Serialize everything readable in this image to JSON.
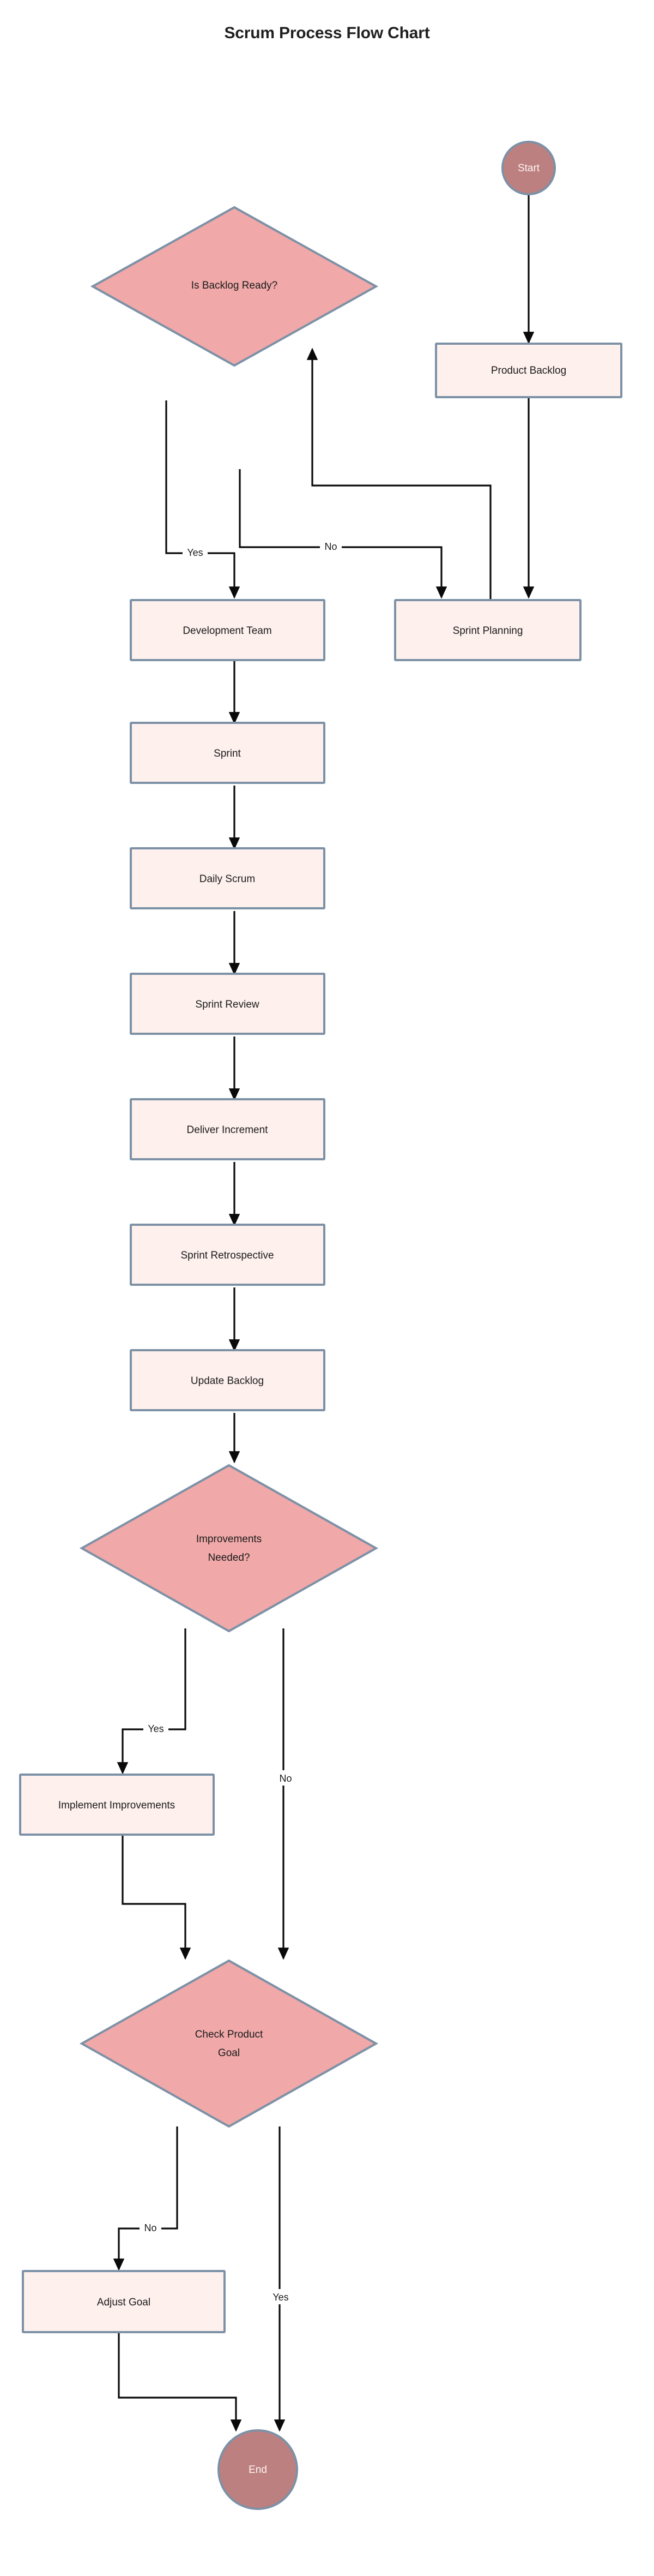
{
  "title": "Scrum Process Flow Chart",
  "colors": {
    "process_fill": "#fdf0ed",
    "decision_fill": "#f0a8a8",
    "terminal_fill": "#bd8080",
    "node_border": "#7c91a6",
    "edge_stroke": "#0a0a0a",
    "title_text": "#1f1f1f",
    "node_text": "#1b1b1b",
    "terminal_text": "#fdf5f3",
    "background": "#ffffff"
  },
  "chart_data": {
    "type": "diagram",
    "diagram_type": "flowchart",
    "orientation": "top-to-bottom",
    "title": "Scrum Process Flow Chart",
    "nodes": [
      {
        "id": "start",
        "label": "Start",
        "shape": "circle"
      },
      {
        "id": "backlog",
        "label": "Product Backlog",
        "shape": "rect"
      },
      {
        "id": "ready",
        "label": "Is Backlog Ready?",
        "shape": "diamond"
      },
      {
        "id": "planning",
        "label": "Sprint Planning",
        "shape": "rect"
      },
      {
        "id": "devteam",
        "label": "Development Team",
        "shape": "rect"
      },
      {
        "id": "sprint",
        "label": "Sprint",
        "shape": "rect"
      },
      {
        "id": "daily",
        "label": "Daily Scrum",
        "shape": "rect"
      },
      {
        "id": "review",
        "label": "Sprint Review",
        "shape": "rect"
      },
      {
        "id": "increment",
        "label": "Deliver Increment",
        "shape": "rect"
      },
      {
        "id": "retro",
        "label": "Sprint Retrospective",
        "shape": "rect"
      },
      {
        "id": "updateback",
        "label": "Update Backlog",
        "shape": "rect"
      },
      {
        "id": "improve",
        "label": "Improvements Needed?",
        "shape": "diamond",
        "lines": [
          "Improvements",
          "Needed?"
        ]
      },
      {
        "id": "implement",
        "label": "Implement Improvements",
        "shape": "rect"
      },
      {
        "id": "checkgoal",
        "label": "Check Product Goal",
        "shape": "diamond",
        "lines": [
          "Check Product",
          "Goal"
        ]
      },
      {
        "id": "adjust",
        "label": "Adjust Goal",
        "shape": "rect"
      },
      {
        "id": "end",
        "label": "End",
        "shape": "circle"
      }
    ],
    "edges": [
      {
        "from": "start",
        "to": "backlog",
        "label": ""
      },
      {
        "from": "backlog",
        "to": "planning",
        "label": ""
      },
      {
        "from": "planning",
        "to": "ready",
        "label": ""
      },
      {
        "from": "ready",
        "to": "devteam",
        "label": "Yes"
      },
      {
        "from": "ready",
        "to": "planning",
        "label": "No"
      },
      {
        "from": "devteam",
        "to": "sprint",
        "label": ""
      },
      {
        "from": "sprint",
        "to": "daily",
        "label": ""
      },
      {
        "from": "daily",
        "to": "review",
        "label": ""
      },
      {
        "from": "review",
        "to": "increment",
        "label": ""
      },
      {
        "from": "increment",
        "to": "retro",
        "label": ""
      },
      {
        "from": "retro",
        "to": "updateback",
        "label": ""
      },
      {
        "from": "updateback",
        "to": "improve",
        "label": ""
      },
      {
        "from": "improve",
        "to": "implement",
        "label": "Yes"
      },
      {
        "from": "improve",
        "to": "checkgoal",
        "label": "No"
      },
      {
        "from": "implement",
        "to": "checkgoal",
        "label": ""
      },
      {
        "from": "checkgoal",
        "to": "adjust",
        "label": "No"
      },
      {
        "from": "checkgoal",
        "to": "end",
        "label": "Yes"
      },
      {
        "from": "adjust",
        "to": "end",
        "label": ""
      }
    ],
    "edge_labels": [
      "Yes",
      "No",
      "Yes",
      "No",
      "No",
      "Yes"
    ]
  },
  "nodes": {
    "start": "Start",
    "backlog": "Product Backlog",
    "ready": "Is Backlog Ready?",
    "planning": "Sprint Planning",
    "devteam": "Development Team",
    "sprint": "Sprint",
    "daily": "Daily Scrum",
    "review": "Sprint Review",
    "increment": "Deliver Increment",
    "retro": "Sprint Retrospective",
    "updateback": "Update Backlog",
    "improve_line1": "Improvements",
    "improve_line2": "Needed?",
    "implement": "Implement Improvements",
    "checkgoal_line1": "Check Product",
    "checkgoal_line2": "Goal",
    "adjust": "Adjust Goal",
    "end": "End"
  },
  "labels": {
    "ready_yes": "Yes",
    "ready_no": "No",
    "improve_yes": "Yes",
    "improve_no": "No",
    "checkgoal_no": "No",
    "checkgoal_yes": "Yes"
  }
}
